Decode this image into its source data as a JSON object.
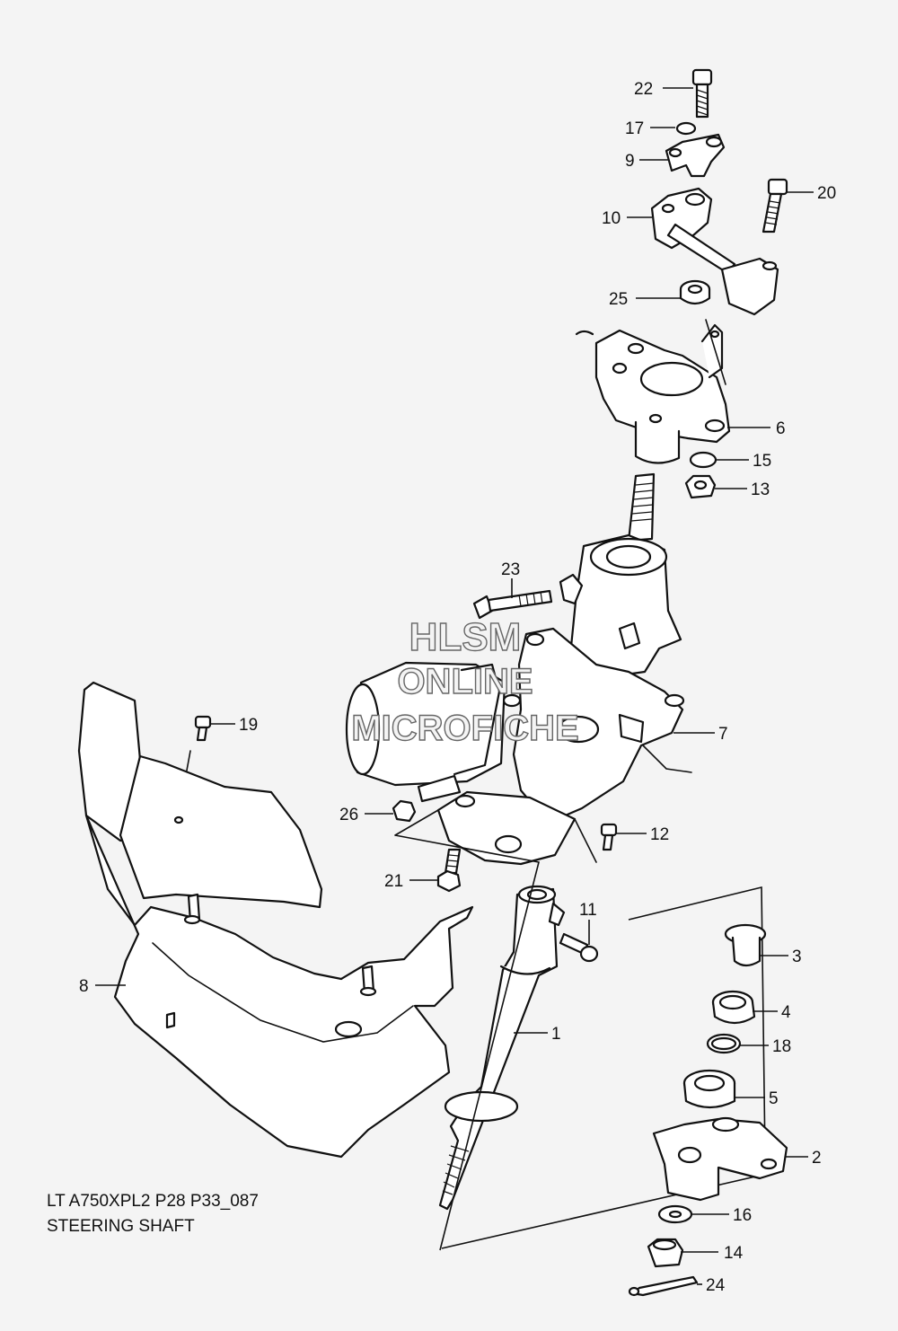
{
  "diagram": {
    "callouts": [
      "22",
      "17",
      "9",
      "10",
      "20",
      "25",
      "6",
      "15",
      "13",
      "23",
      "7",
      "19",
      "26",
      "12",
      "21",
      "11",
      "3",
      "8",
      "4",
      "1",
      "18",
      "5",
      "2",
      "16",
      "14",
      "24"
    ],
    "caption": {
      "line1": "LT A750XPL2 P28 P33_087",
      "line2": "STEERING SHAFT"
    },
    "watermark": {
      "line1": "HLSM",
      "line2": "ONLINE",
      "line3": "MICROFICHE"
    }
  }
}
